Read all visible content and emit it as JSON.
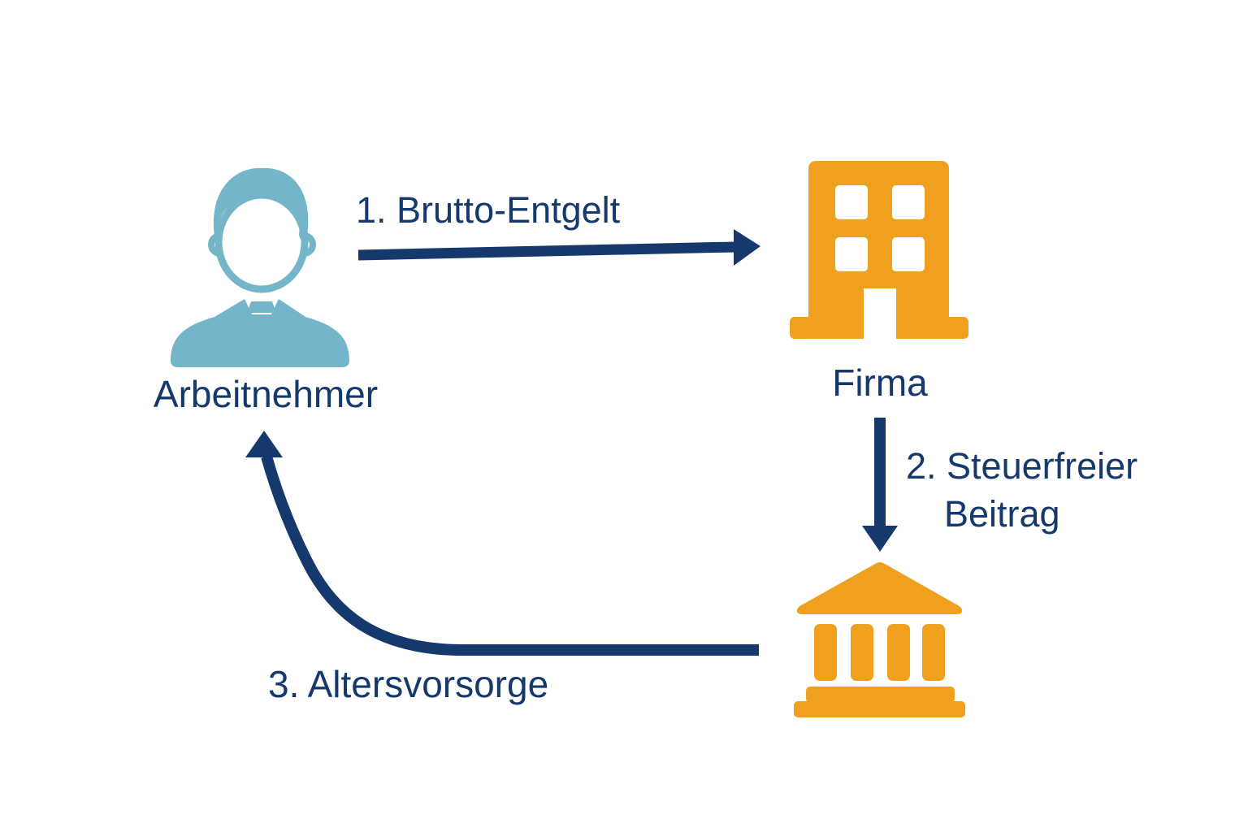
{
  "colors": {
    "navy": "#15396C",
    "light_blue": "#74B5C9",
    "orange": "#F0A01F",
    "background": "#FFFFFF"
  },
  "nodes": {
    "employee": {
      "label": "Arbeitnehmer",
      "icon": "person-icon"
    },
    "company": {
      "label": "Firma",
      "icon": "building-icon"
    },
    "bank": {
      "icon": "bank-icon"
    }
  },
  "flows": {
    "step1": {
      "label": "1. Brutto-Entgelt",
      "from": "employee",
      "to": "company"
    },
    "step2": {
      "line1": "2. Steuerfreier",
      "line2": "Beitrag",
      "from": "company",
      "to": "bank"
    },
    "step3": {
      "label": "3. Altersvorsorge",
      "from": "bank",
      "to": "employee"
    }
  }
}
